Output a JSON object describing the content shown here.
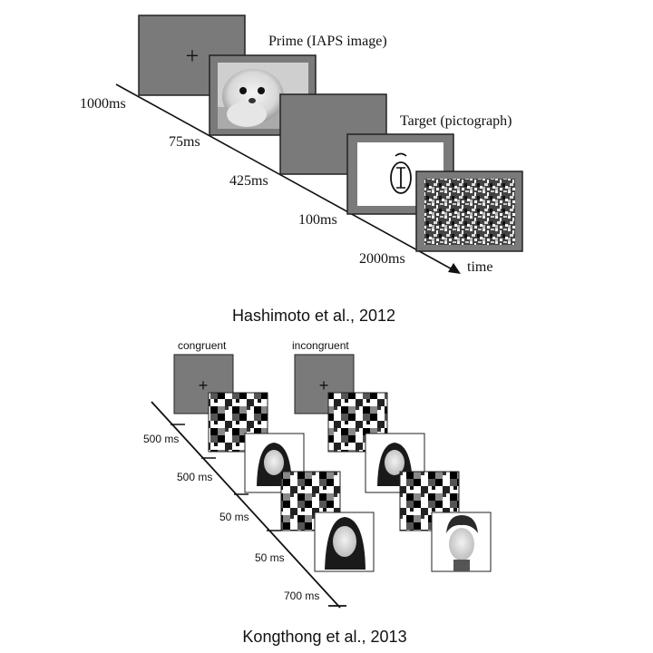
{
  "figure1": {
    "caption": "Hashimoto et al., 2012",
    "labels": {
      "prime": "Prime (IAPS image)",
      "target": "Target (pictograph)",
      "axis": "time",
      "fixation_symbol": "+",
      "pictograph_symbol": "Î"
    },
    "durations": [
      "1000ms",
      "75ms",
      "425ms",
      "100ms",
      "2000ms"
    ]
  },
  "figure2": {
    "caption": "Kongthong et al., 2013",
    "conditions": [
      "congruent",
      "incongruent"
    ],
    "fixation_symbol": "+",
    "durations": [
      "500 ms",
      "500 ms",
      "50 ms",
      "50 ms",
      "700 ms"
    ]
  },
  "colors": {
    "frame_gray": "#7a7a7a",
    "frame_border": "#222222",
    "text": "#111111"
  },
  "icons": [
    "seal-photo",
    "pictograph-symbol",
    "noise-mask",
    "face-photo",
    "fixation-cross"
  ]
}
